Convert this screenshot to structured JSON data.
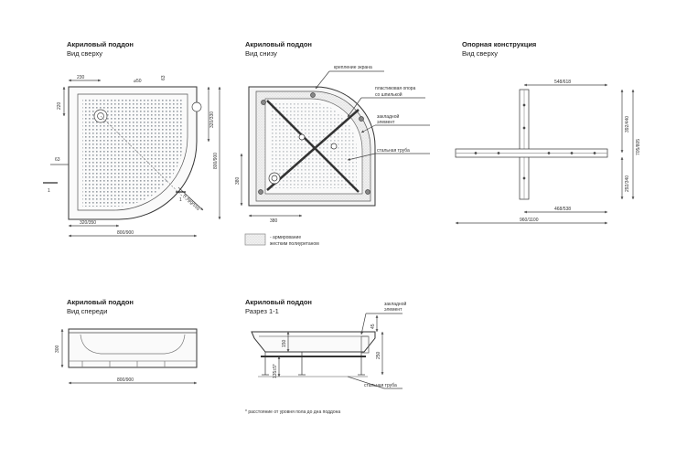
{
  "views": {
    "top": {
      "title": "Акриловый поддон",
      "subtitle": "Вид сверху"
    },
    "bottom": {
      "title": "Акриловый поддон",
      "subtitle": "Вид снизу"
    },
    "support": {
      "title": "Опорная конструкция",
      "subtitle": "Вид сверху"
    },
    "front": {
      "title": "Акриловый поддон",
      "subtitle": "Вид спереди"
    },
    "section": {
      "title": "Акриловый поддон",
      "subtitle": "Разрез 1-1"
    }
  },
  "top_dims": {
    "d230": "230",
    "d50": "⌀50",
    "d63a": "63",
    "d220": "220",
    "d63b": "63",
    "d320_330": "320/330",
    "d800_900v": "800/900",
    "d320_350": "320/350",
    "d800_900h": "800/900",
    "dR": "R 480/550",
    "sec": "1"
  },
  "bottom_labels": {
    "mount": "крепление экрана",
    "plastic1": "пластиковая опора",
    "plastic2": "со шпилькой",
    "embed1": "закладной",
    "embed2": "элемент",
    "pipe": "стальная труба",
    "d380h": "380",
    "d380v": "380",
    "legend1": "- армирование",
    "legend2": "жестким полиуретаном"
  },
  "support_dims": {
    "d548": "548/618",
    "d392": "392/440",
    "d705": "705/805",
    "d292": "292/340",
    "d468": "468/538",
    "d960": "960/1100"
  },
  "front_dims": {
    "d300": "300",
    "d800": "800/900"
  },
  "section_labels": {
    "embed1": "закладной",
    "embed2": "элемент",
    "d45": "45",
    "d150": "150",
    "d250": "250",
    "d135": "135±5*",
    "pipe": "стальная труба"
  },
  "footnote": "* расстояние от уровня пола до дна поддона"
}
